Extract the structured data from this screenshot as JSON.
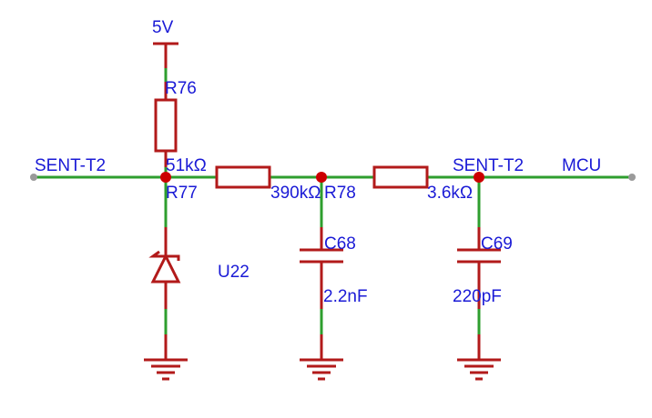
{
  "colors": {
    "wire": "#2e9e2e",
    "component": "#b21a1a",
    "junction": "#cc0000",
    "text": "#1a1ad6",
    "endpoint": "#9a9a9a"
  },
  "labels": {
    "supply": "5V",
    "net_left": "SENT-T2",
    "net_right": "SENT-T2",
    "net_mcu": "MCU",
    "r76_ref": "R76",
    "r76_value": "51kΩ",
    "r77_ref": "R77",
    "r77_value": "390kΩ",
    "r78_ref": "R78",
    "r78_value": "3.6kΩ",
    "c68_ref": "C68",
    "c68_value": "2.2nF",
    "c69_ref": "C69",
    "c69_value": "220pF",
    "u22_ref": "U22"
  }
}
